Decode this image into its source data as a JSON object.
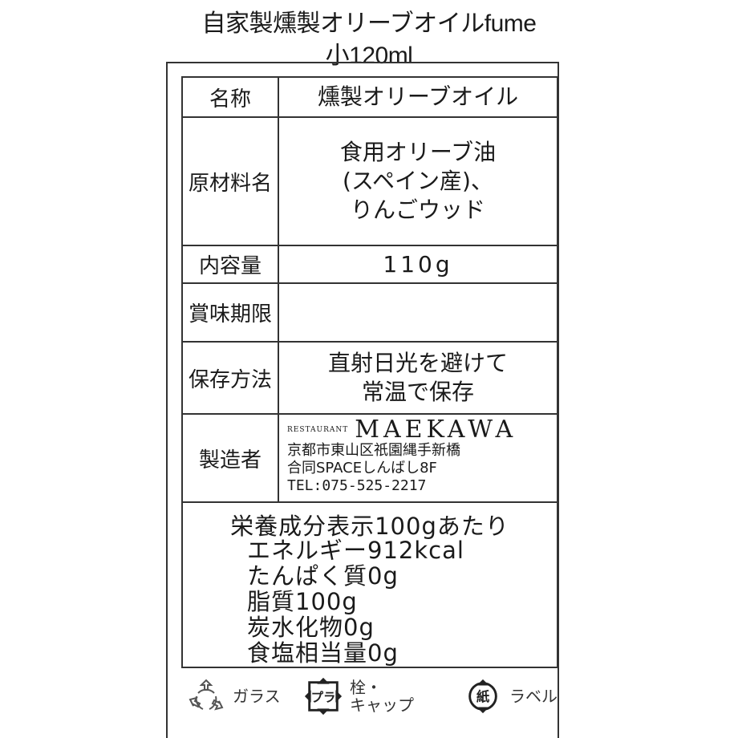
{
  "header": {
    "title": "自家製燻製オリーブオイルfume",
    "subtitle": "小120ml"
  },
  "label": {
    "name": {
      "heading": "名称",
      "value": "燻製オリーブオイル"
    },
    "ingredients": {
      "heading": "原材料名",
      "lines": [
        "食用オリーブ油",
        "(スペイン産)、",
        "りんごウッド"
      ]
    },
    "volume": {
      "heading": "内容量",
      "value": "110g"
    },
    "expiry": {
      "heading": "賞味期限",
      "value": ""
    },
    "storage": {
      "heading": "保存方法",
      "lines": [
        "直射日光を避けて",
        "常温で保存"
      ]
    },
    "manufacturer": {
      "heading": "製造者",
      "brand_small": "RESTAURANT",
      "brand_big": "MAEKAWA",
      "address1": "京都市東山区祇園縄手新橋",
      "address2": "合同SPACEしんばし8F",
      "tel": "TEL:075-525-2217"
    },
    "nutrition": {
      "heading": "栄養成分表示100gあたり",
      "items": [
        "エネルギー912kcal",
        "たんぱく質0g",
        "脂質100g",
        "炭水化物0g",
        "食塩相当量0g"
      ]
    }
  },
  "recycling": {
    "glass": {
      "icon": "recycle-icon",
      "label": "ガラス"
    },
    "cap": {
      "icon": "pla-icon",
      "icon_text": "プラ",
      "label_line1": "栓・",
      "label_line2": "キャップ"
    },
    "paper": {
      "icon": "paper-icon",
      "icon_text": "紙",
      "label": "ラベル"
    }
  }
}
